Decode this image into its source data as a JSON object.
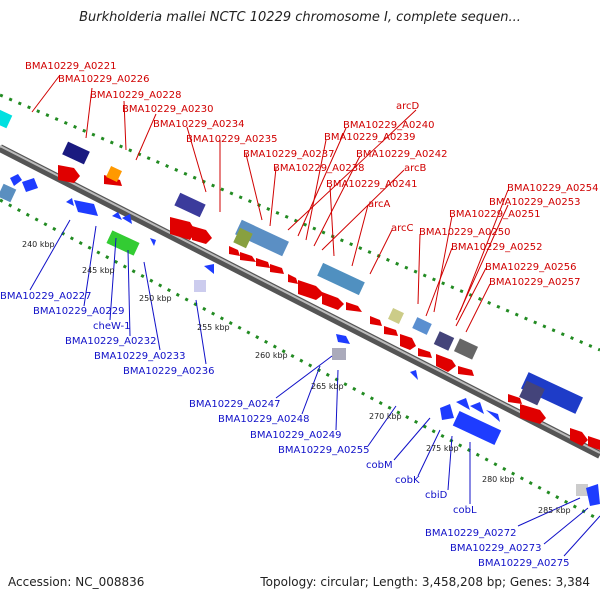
{
  "title": "Burkholderia mallei NCTC 10229 chromosome I, complete sequen...",
  "footer": {
    "accession": "Accession: NC_008836",
    "summary": "Topology: circular; Length: 3,458,208 bp; Genes: 3,384"
  },
  "colors": {
    "forward_label": "#d00000",
    "reverse_label": "#1010c8",
    "backbone": "#777777",
    "ticks": "#228b22"
  },
  "kbp_ticks": [
    "240 kbp",
    "245 kbp",
    "250 kbp",
    "255 kbp",
    "260 kbp",
    "265 kbp",
    "270 kbp",
    "275 kbp",
    "280 kbp",
    "285 kbp"
  ],
  "forward_genes": [
    "BMA10229_A0221",
    "BMA10229_A0226",
    "BMA10229_A0228",
    "BMA10229_A0230",
    "BMA10229_A0234",
    "BMA10229_A0235",
    "BMA10229_A0237",
    "BMA10229_A0238",
    "arcD",
    "BMA10229_A0240",
    "BMA10229_A0239",
    "BMA10229_A0242",
    "arcB",
    "BMA10229_A0241",
    "arcA",
    "arcC",
    "BMA10229_A0254",
    "BMA10229_A0253",
    "BMA10229_A0251",
    "BMA10229_A0250",
    "BMA10229_A0252",
    "BMA10229_A0256",
    "BMA10229_A0257"
  ],
  "reverse_genes": [
    "BMA10229_A0227",
    "BMA10229_A0229",
    "cheW-1",
    "BMA10229_A0232",
    "BMA10229_A0233",
    "BMA10229_A0236",
    "BMA10229_A0247",
    "BMA10229_A0248",
    "BMA10229_A0249",
    "BMA10229_A0255",
    "cobM",
    "cobK",
    "cbiD",
    "cobL",
    "BMA10229_A0272",
    "BMA10229_A0273",
    "BMA10229_A0275"
  ]
}
